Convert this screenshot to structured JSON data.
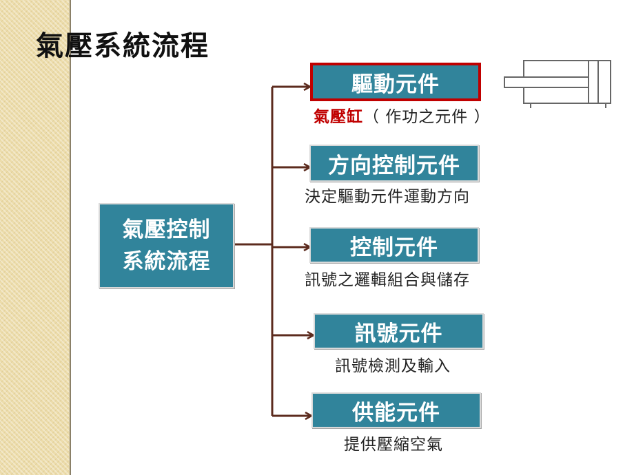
{
  "title": "氣壓系統流程",
  "main_box": {
    "line1": "氣壓控制",
    "line2": "系統流程"
  },
  "colors": {
    "box_fill": "#31849b",
    "connector": "#5c2b1e",
    "highlight_border": "#c00000",
    "side_strip": "#ecdcaa"
  },
  "branches": [
    {
      "label": "驅動元件",
      "caption_prefix": "氣壓缸",
      "caption": "（ 作功之元件 ）",
      "highlighted": true
    },
    {
      "label": "方向控制元件",
      "caption": "決定驅動元件運動方向"
    },
    {
      "label": "控制元件",
      "caption": "訊號之邏輯組合與儲存"
    },
    {
      "label": "訊號元件",
      "caption": "訊號檢測及輸入"
    },
    {
      "label": "供能元件",
      "caption": "提供壓縮空氣"
    }
  ],
  "cylinder_icon": "pneumatic-cylinder-symbol"
}
